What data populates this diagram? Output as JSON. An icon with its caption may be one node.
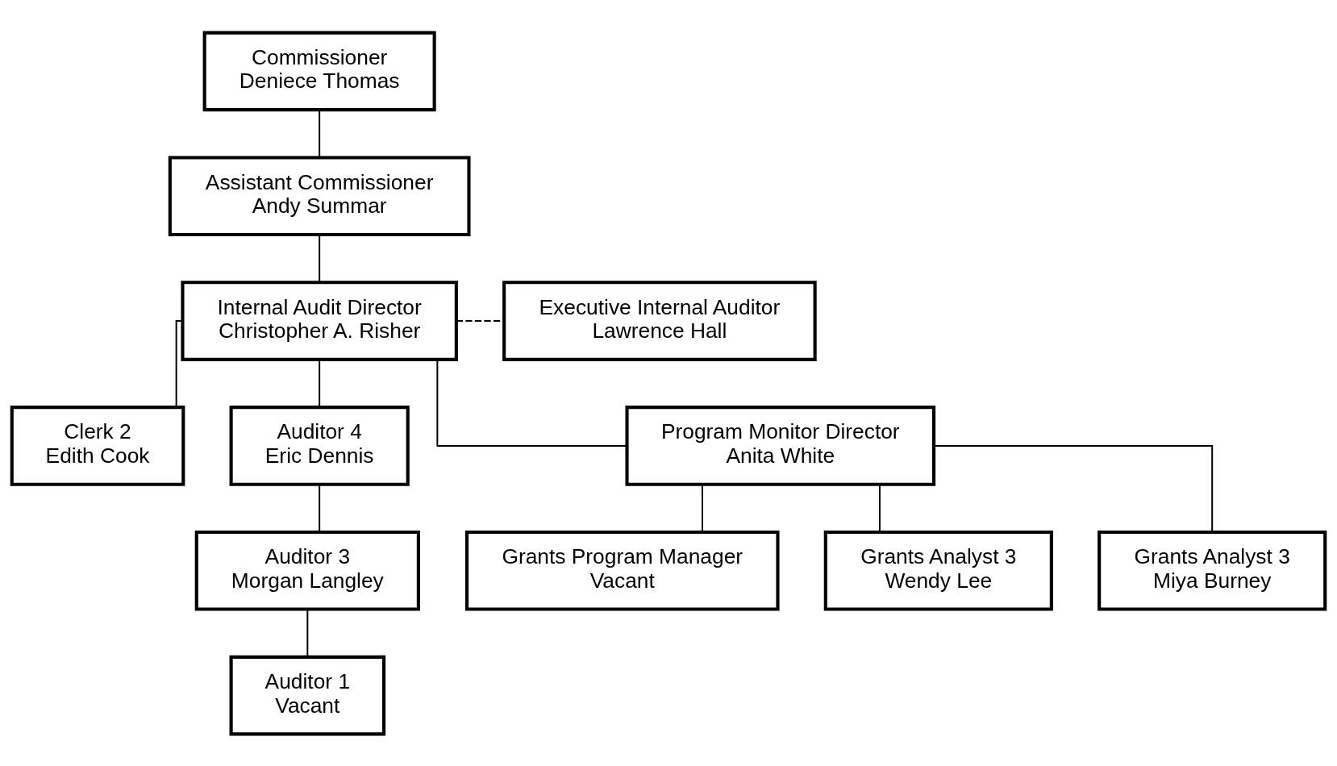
{
  "diagram": {
    "nodes": [
      {
        "text": [
          "Commissioner",
          "Deniece Thomas"
        ]
      },
      {
        "text": [
          "Assistant Commissioner",
          "Andy Summar"
        ]
      },
      {
        "text": [
          "Internal Audit Director",
          "Christopher A. Risher"
        ]
      },
      {
        "text": [
          "Executive Internal Auditor",
          "Lawrence Hall"
        ]
      },
      {
        "text": [
          "Clerk 2",
          "Edith Cook"
        ]
      },
      {
        "text": [
          "Auditor 4",
          "Eric Dennis"
        ]
      },
      {
        "text": [
          "Program Monitor Director",
          "Anita White"
        ]
      },
      {
        "text": [
          "Auditor 3",
          "Morgan Langley"
        ]
      },
      {
        "text": [
          "Grants Program Manager",
          "Vacant"
        ]
      },
      {
        "text": [
          "Grants Analyst 3",
          "Wendy Lee"
        ]
      },
      {
        "text": [
          "Auditor 1",
          "Vacant"
        ]
      },
      {
        "text": [
          "Grants Analyst 3",
          "Miya Burney"
        ]
      }
    ],
    "edges": [
      {
        "from": 0,
        "to": 1,
        "arrow": "none"
      },
      {
        "from": 1,
        "to": 2,
        "arrow": "none"
      },
      {
        "from": 2,
        "to": 3,
        "arrow": "none",
        "style": "dashed"
      },
      {
        "from": 2,
        "to": 4,
        "arrow": "none"
      },
      {
        "from": 2,
        "to": 5,
        "arrow": "none"
      },
      {
        "from": 2,
        "to": 6,
        "arrow": "none"
      },
      {
        "from": 5,
        "to": 7,
        "arrow": "none"
      },
      {
        "from": 7,
        "to": 10,
        "arrow": "none"
      },
      {
        "from": 6,
        "to": 8,
        "arrow": "none"
      },
      {
        "from": 6,
        "to": 11,
        "arrow": "none"
      },
      {
        "from": 6,
        "to": 9,
        "arrow": "none"
      }
    ]
  }
}
